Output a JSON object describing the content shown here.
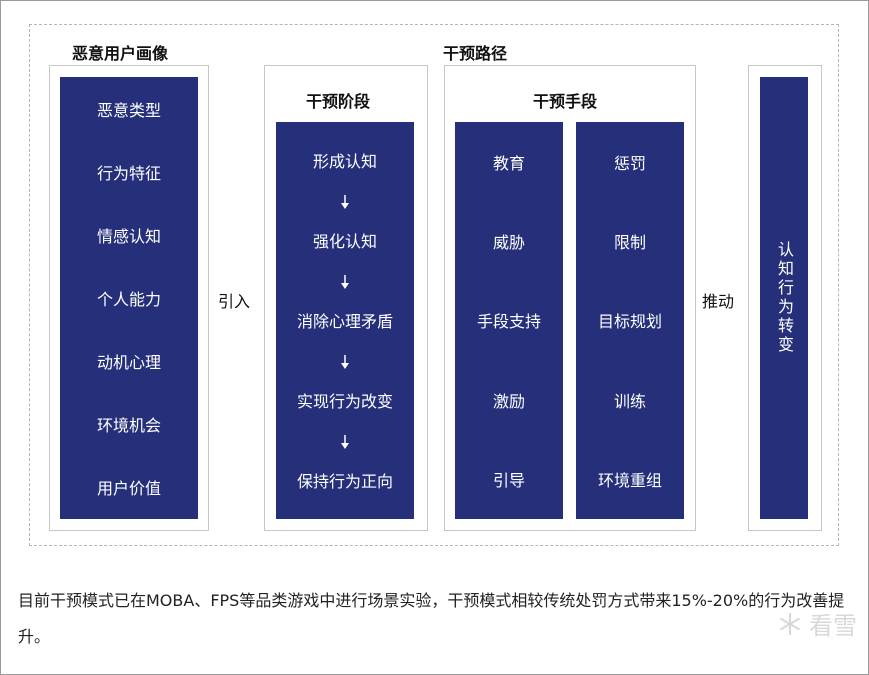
{
  "left": {
    "title": "恶意用户画像",
    "items": [
      "恶意类型",
      "行为特征",
      "情感认知",
      "个人能力",
      "动机心理",
      "环境机会",
      "用户价值"
    ]
  },
  "connector_in": "引入",
  "path_title": "干预路径",
  "stages": {
    "title": "干预阶段",
    "items": [
      "形成认知",
      "强化认知",
      "消除心理矛盾",
      "实现行为改变",
      "保持行为正向"
    ]
  },
  "means": {
    "title": "干预手段",
    "col1": [
      "教育",
      "威胁",
      "手段支持",
      "激励",
      "引导"
    ],
    "col2": [
      "惩罚",
      "限制",
      "目标规划",
      "训练",
      "环境重组"
    ]
  },
  "connector_push": "推动",
  "result": "认知行为转变",
  "footnote": "目前干预模式已在MOBA、FPS等品类游戏中进行场景实验，干预模式相较传统处罚方式带来15%-20%的行为改善提升。",
  "watermark": "看雪",
  "colors": {
    "navy": "#252f7a"
  }
}
